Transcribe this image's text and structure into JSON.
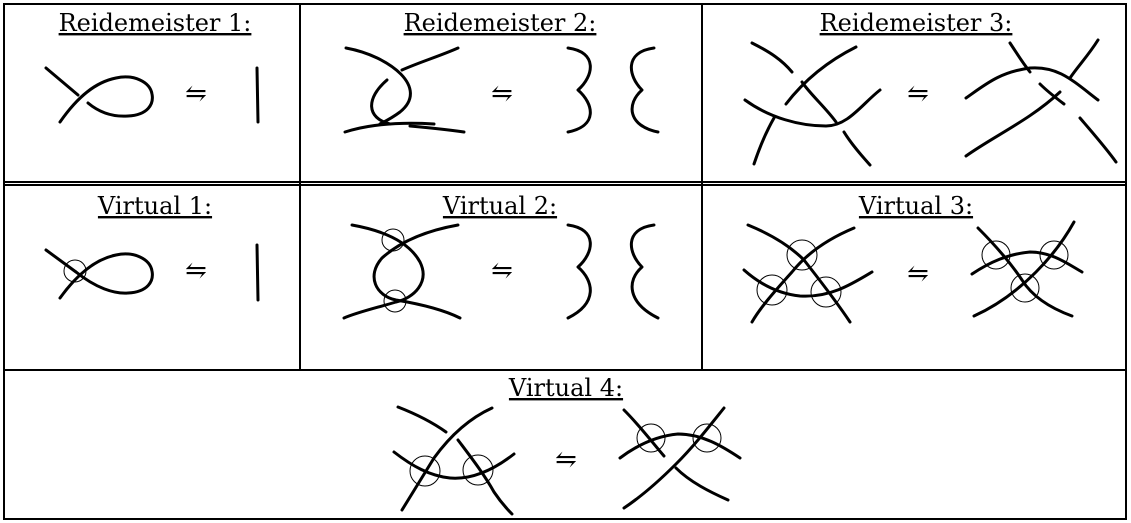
{
  "cells": [
    {
      "id": "r1",
      "title": "Reidemeister 1:"
    },
    {
      "id": "r2",
      "title": "Reidemeister 2:"
    },
    {
      "id": "r3",
      "title": "Reidemeister 3:"
    },
    {
      "id": "v1",
      "title": "Virtual 1:"
    },
    {
      "id": "v2",
      "title": "Virtual 2:"
    },
    {
      "id": "v3",
      "title": "Virtual 3:"
    },
    {
      "id": "v4",
      "title": "Virtual 4:"
    }
  ],
  "equiv_symbol": "⇋"
}
